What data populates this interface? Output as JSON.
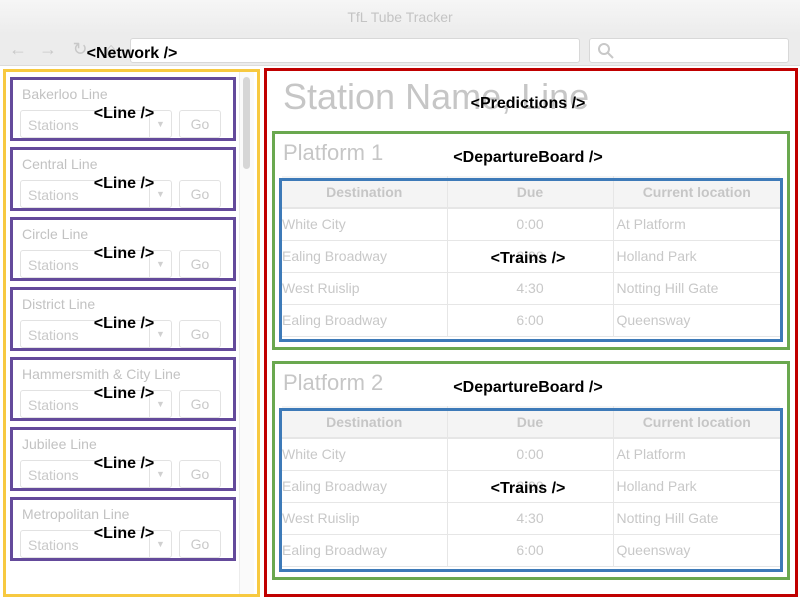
{
  "window": {
    "title": "TfL Tube Tracker"
  },
  "toolbar": {
    "back_icon": "back-arrow-icon",
    "forward_icon": "forward-arrow-icon",
    "reload_icon": "reload-icon",
    "home_icon": "home-icon",
    "search_icon": "search-icon"
  },
  "annotations": {
    "network": "<Network />",
    "line": "<Line />",
    "predictions": "<Predictions />",
    "departure_board": "<DepartureBoard />",
    "trains": "<Trains />"
  },
  "colors": {
    "network_box": "#f7c940",
    "line_box": "#644a9b",
    "predictions_box": "#c00000",
    "departure_board_box": "#6aa84f",
    "trains_box": "#3d7ab8"
  },
  "sidebar": {
    "lines": [
      {
        "name": "Bakerloo Line",
        "select_placeholder": "Stations",
        "go_label": "Go"
      },
      {
        "name": "Central Line",
        "select_placeholder": "Stations",
        "go_label": "Go"
      },
      {
        "name": "Circle Line",
        "select_placeholder": "Stations",
        "go_label": "Go"
      },
      {
        "name": "District Line",
        "select_placeholder": "Stations",
        "go_label": "Go"
      },
      {
        "name": "Hammersmith & City Line",
        "select_placeholder": "Stations",
        "go_label": "Go"
      },
      {
        "name": "Jubilee Line",
        "select_placeholder": "Stations",
        "go_label": "Go"
      },
      {
        "name": "Metropolitan Line",
        "select_placeholder": "Stations",
        "go_label": "Go"
      }
    ]
  },
  "predictions": {
    "station_title": "Station Name, Line",
    "platforms": [
      {
        "title": "Platform 1",
        "columns": [
          "Destination",
          "Due",
          "Current location"
        ],
        "rows": [
          [
            "White City",
            "0:00",
            "At Platform"
          ],
          [
            "Ealing Broadway",
            "2:00",
            "Holland Park"
          ],
          [
            "West Ruislip",
            "4:30",
            "Notting Hill Gate"
          ],
          [
            "Ealing Broadway",
            "6:00",
            "Queensway"
          ]
        ]
      },
      {
        "title": "Platform 2",
        "columns": [
          "Destination",
          "Due",
          "Current location"
        ],
        "rows": [
          [
            "White City",
            "0:00",
            "At Platform"
          ],
          [
            "Ealing Broadway",
            "2:00",
            "Holland Park"
          ],
          [
            "West Ruislip",
            "4:30",
            "Notting Hill Gate"
          ],
          [
            "Ealing Broadway",
            "6:00",
            "Queensway"
          ]
        ]
      }
    ]
  }
}
